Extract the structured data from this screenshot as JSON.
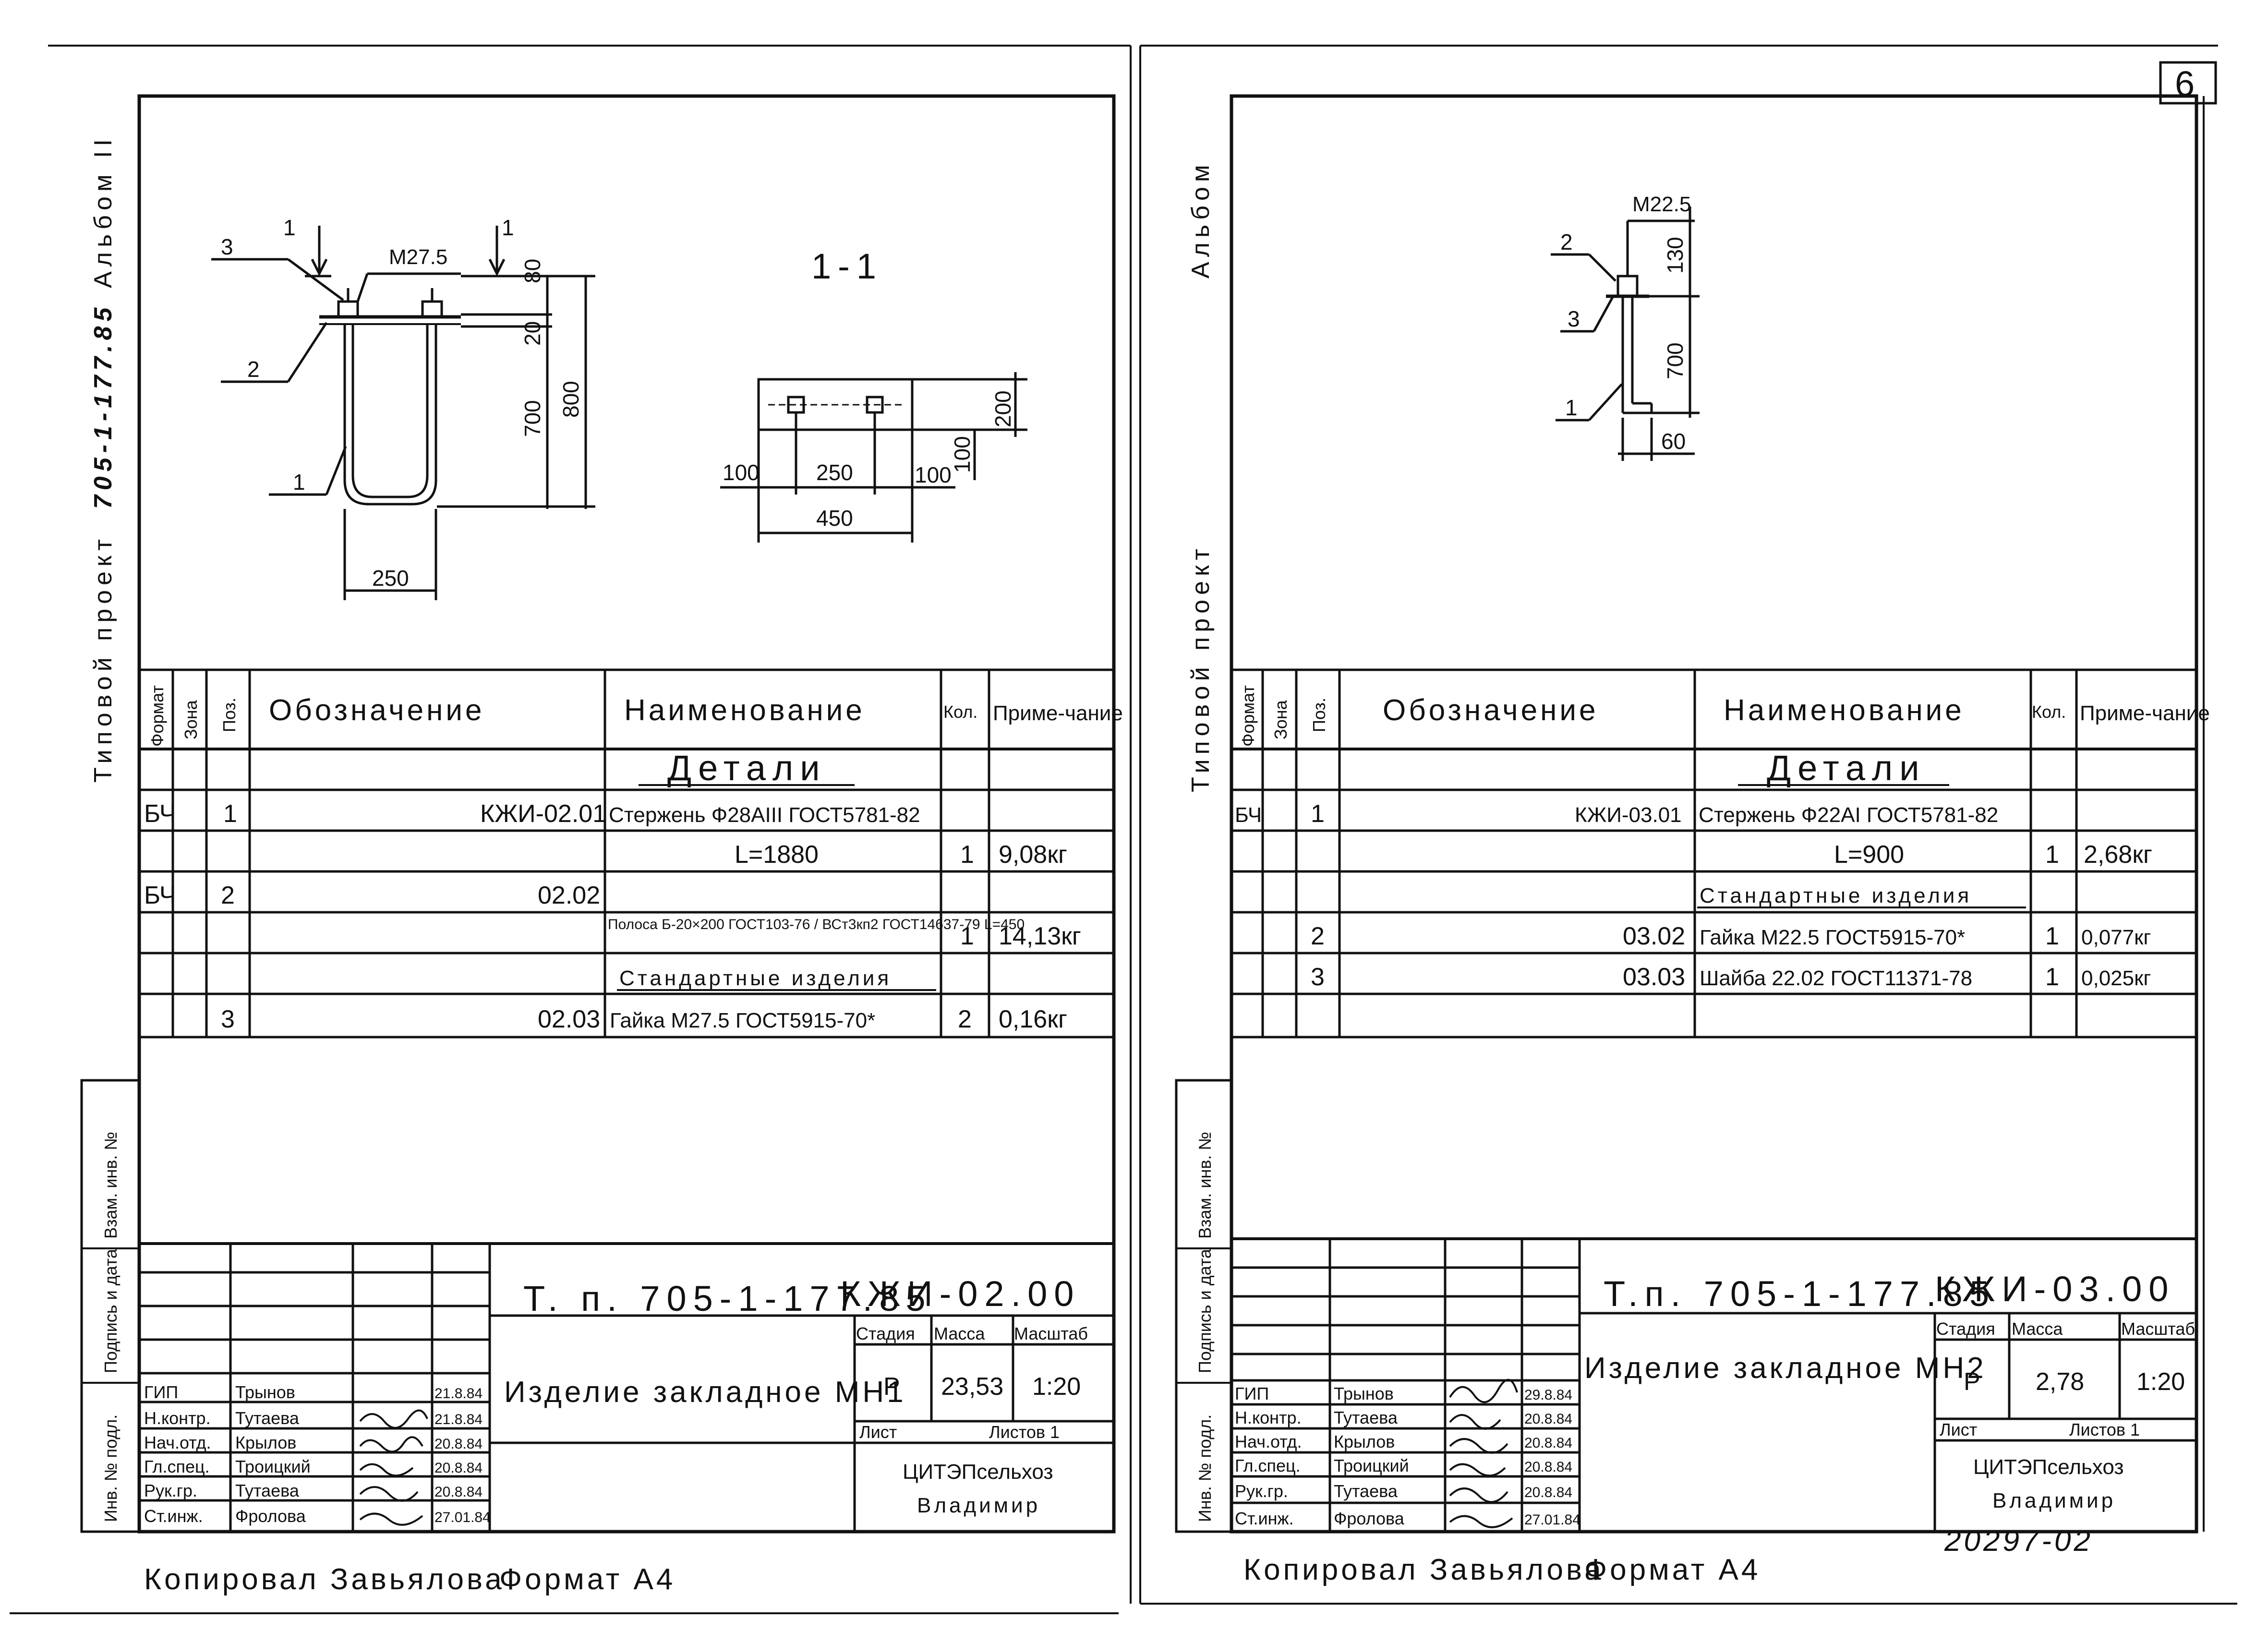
{
  "page": {
    "number": "6"
  },
  "footer": {
    "left_copied": "Копировал Завьялова",
    "left_format": "Формат А4",
    "right_copied": "Копировал Завьялова",
    "right_format": "Формат А4",
    "right_archive": "20297-02"
  },
  "left_sheet": {
    "side_album": "Альбом II",
    "side_project": "Типовой проект",
    "side_handwritten": "705-1-177.85",
    "stamp_labels": [
      "Инв. № подл.",
      "Подпись и дата",
      "Взам. инв. №"
    ],
    "drawing": {
      "pos3": "3",
      "pos2": "2",
      "pos1": "1",
      "cut_mark": "1",
      "thread": "M27.5",
      "dims_vertical": [
        "80",
        "20",
        "700",
        "800"
      ],
      "dim_width": "250",
      "section_title": "1-1",
      "plan_dims": [
        "100",
        "250",
        "100",
        "450",
        "200",
        "100"
      ]
    },
    "spec_headers": {
      "format": "Формат",
      "zone": "Зона",
      "pos": "Поз.",
      "designation": "Обозначение",
      "name": "Наименование",
      "qty": "Кол.",
      "note": "Приме-чание"
    },
    "spec_rows": [
      {
        "format": "",
        "pos": "",
        "designation": "",
        "name": "Детали",
        "qty": "",
        "note": ""
      },
      {
        "format": "БЧ",
        "pos": "1",
        "designation": "КЖИ-02.01",
        "name": "Стержень Ф28АIII ГОСТ5781-82",
        "qty": "",
        "note": ""
      },
      {
        "format": "",
        "pos": "",
        "designation": "",
        "name": "L=1880",
        "qty": "1",
        "note": "9,08кг"
      },
      {
        "format": "БЧ",
        "pos": "2",
        "designation": "02.02",
        "name": "",
        "qty": "",
        "note": ""
      },
      {
        "format": "",
        "pos": "",
        "designation": "",
        "name": "Полоса Б-20×200 ГОСТ103-76 / ВСт3кп2 ГОСТ14637-79 L=450",
        "qty": "1",
        "note": "14,13кг"
      },
      {
        "format": "",
        "pos": "",
        "designation": "",
        "name": "Стандартные изделия",
        "qty": "",
        "note": ""
      },
      {
        "format": "",
        "pos": "3",
        "designation": "02.03",
        "name": "Гайка М27.5 ГОСТ5915-70*",
        "qty": "2",
        "note": "0,16кг"
      }
    ],
    "title_block": {
      "doc_code": "Т. п. 705-1-177.85",
      "doc_number": "КЖИ-02.00",
      "item_name": "Изделие закладное МН1",
      "stage_label": "Стадия",
      "mass_label": "Масса",
      "scale_label": "Масштаб",
      "stage": "Р",
      "mass": "23,53",
      "scale": "1:20",
      "sheet_label": "Лист",
      "sheets_label": "Листов 1",
      "org": "ЦИТЭПсельхоз",
      "city": "Владимир",
      "people": [
        {
          "role": "ГИП",
          "name": "Трынов",
          "date": "21.8.84"
        },
        {
          "role": "Н.контр.",
          "name": "Тутаева",
          "date": "21.8.84"
        },
        {
          "role": "Нач.отд.",
          "name": "Крылов",
          "date": "20.8.84"
        },
        {
          "role": "Гл.спец.",
          "name": "Троицкий",
          "date": "20.8.84"
        },
        {
          "role": "Рук.гр.",
          "name": "Тутаева",
          "date": "20.8.84"
        },
        {
          "role": "Ст.инж.",
          "name": "Фролова",
          "date": "27.01.84"
        }
      ]
    }
  },
  "right_sheet": {
    "side_album": "Альбом",
    "side_project": "Типовой проект",
    "stamp_labels": [
      "Инв. № подл.",
      "Подпись и дата",
      "Взам. инв. №"
    ],
    "drawing": {
      "thread": "M22.5",
      "pos2": "2",
      "pos3": "3",
      "pos1": "1",
      "dims": [
        "130",
        "700",
        "60"
      ]
    },
    "spec_headers": {
      "format": "Формат",
      "zone": "Зона",
      "pos": "Поз.",
      "designation": "Обозначение",
      "name": "Наименование",
      "qty": "Кол.",
      "note": "Приме-чание"
    },
    "spec_rows": [
      {
        "format": "",
        "pos": "",
        "designation": "",
        "name": "Детали",
        "qty": "",
        "note": ""
      },
      {
        "format": "БЧ",
        "pos": "1",
        "designation": "КЖИ-03.01",
        "name": "Стержень Ф22АI ГОСТ5781-82",
        "qty": "",
        "note": ""
      },
      {
        "format": "",
        "pos": "",
        "designation": "",
        "name": "L=900",
        "qty": "1",
        "note": "2,68кг"
      },
      {
        "format": "",
        "pos": "",
        "designation": "",
        "name": "Стандартные изделия",
        "qty": "",
        "note": ""
      },
      {
        "format": "",
        "pos": "2",
        "designation": "03.02",
        "name": "Гайка М22.5 ГОСТ5915-70*",
        "qty": "1",
        "note": "0,077кг"
      },
      {
        "format": "",
        "pos": "3",
        "designation": "03.03",
        "name": "Шайба 22.02 ГОСТ11371-78",
        "qty": "1",
        "note": "0,025кг"
      }
    ],
    "title_block": {
      "doc_code": "Т.п. 705-1-177.85",
      "doc_number": "КЖИ-03.00",
      "item_name": "Изделие закладное МН2",
      "stage_label": "Стадия",
      "mass_label": "Масса",
      "scale_label": "Масштаб",
      "stage": "Р",
      "mass": "2,78",
      "scale": "1:20",
      "sheet_label": "Лист",
      "sheets_label": "Листов 1",
      "org": "ЦИТЭПсельхоз",
      "city": "Владимир",
      "people": [
        {
          "role": "ГИП",
          "name": "Трынов",
          "date": "29.8.84"
        },
        {
          "role": "Н.контр.",
          "name": "Тутаева",
          "date": "20.8.84"
        },
        {
          "role": "Нач.отд.",
          "name": "Крылов",
          "date": "20.8.84"
        },
        {
          "role": "Гл.спец.",
          "name": "Троицкий",
          "date": "20.8.84"
        },
        {
          "role": "Рук.гр.",
          "name": "Тутаева",
          "date": "20.8.84"
        },
        {
          "role": "Ст.инж.",
          "name": "Фролова",
          "date": "27.01.84"
        }
      ]
    }
  }
}
